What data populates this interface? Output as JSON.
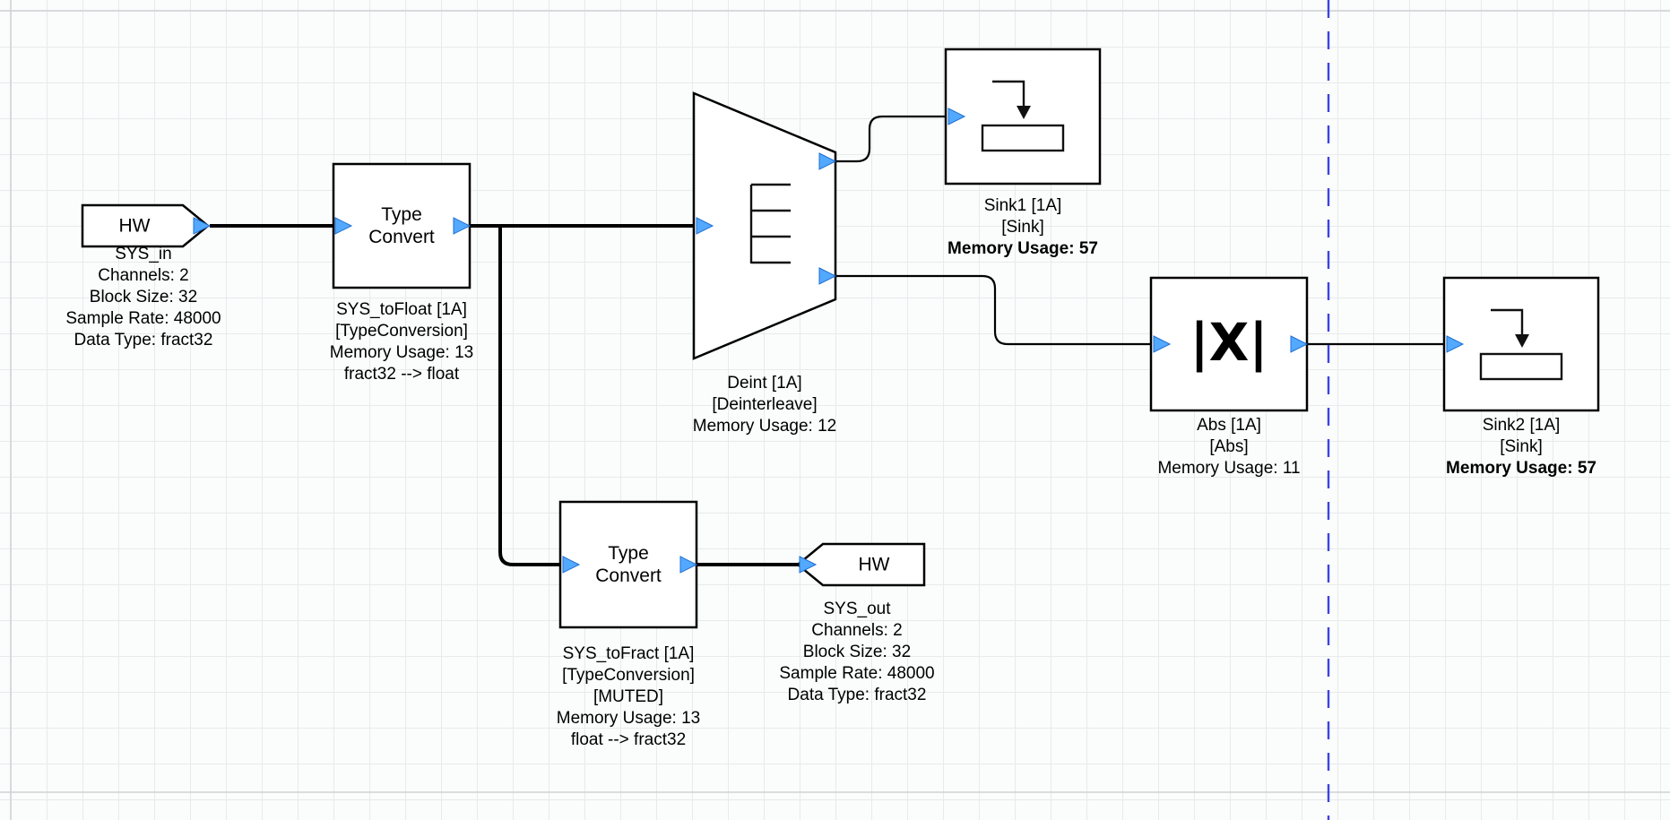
{
  "colors": {
    "background": "#fbfcfc",
    "grid": "#e8eaeb",
    "wire": "#000000",
    "port_fill": "#53a9ff",
    "port_border": "#1e6fd2",
    "guide_line": "#3d44de"
  },
  "blocks": {
    "sys_in": {
      "title": "HW",
      "labels": [
        "SYS_in",
        "Channels: 2",
        "Block Size: 32",
        "Sample Rate: 48000",
        "Data Type: fract32"
      ]
    },
    "sys_to_float": {
      "title_lines": [
        "Type",
        "Convert"
      ],
      "labels": [
        "SYS_toFloat [1A]",
        "[TypeConversion]",
        "Memory Usage: 13",
        "fract32 --> float"
      ]
    },
    "deint": {
      "labels": [
        "Deint [1A]",
        "[Deinterleave]",
        "Memory Usage: 12"
      ]
    },
    "sink1": {
      "labels": [
        "Sink1 [1A]",
        "[Sink]",
        "Memory Usage: 57"
      ]
    },
    "abs": {
      "glyph": "|X|",
      "labels": [
        "Abs [1A]",
        "[Abs]",
        "Memory Usage: 11"
      ]
    },
    "sink2": {
      "labels": [
        "Sink2 [1A]",
        "[Sink]",
        "Memory Usage: 57"
      ]
    },
    "sys_to_fract": {
      "title_lines": [
        "Type",
        "Convert"
      ],
      "labels": [
        "SYS_toFract [1A]",
        "[TypeConversion]",
        "[MUTED]",
        "Memory Usage: 13",
        "float --> fract32"
      ]
    },
    "sys_out": {
      "title": "HW",
      "labels": [
        "SYS_out",
        "Channels: 2",
        "Block Size: 32",
        "Sample Rate: 48000",
        "Data Type: fract32"
      ]
    }
  }
}
